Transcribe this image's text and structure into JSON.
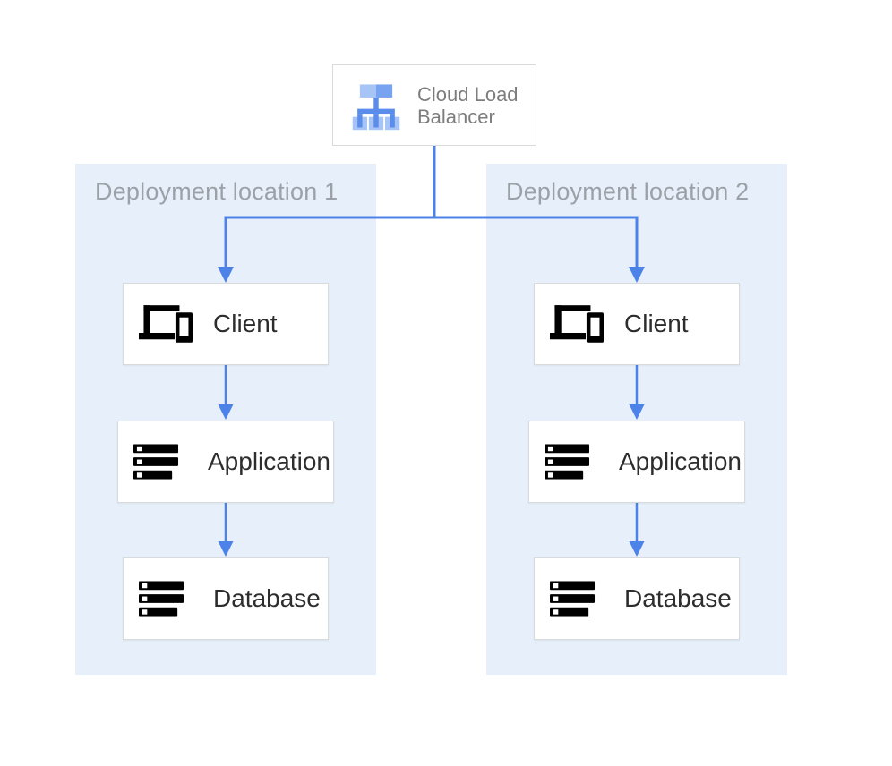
{
  "colors": {
    "arrow_blue": "#4d83e8",
    "zone_bg": "#e7f0fa",
    "zone_label": "#9ba1a7",
    "box_border": "#d9dadc",
    "box_label": "#2d2d2d",
    "lb_label": "#7d7d7d",
    "icon_gray": "#707070",
    "lb_icon_light": "#a6c5f6",
    "lb_icon_mid": "#78a3f0",
    "lb_icon_line": "#5a8deb"
  },
  "load_balancer": {
    "label": "Cloud Load Balancer",
    "icon": "load-balancer-icon"
  },
  "zones": [
    {
      "label": "Deployment location 1",
      "nodes": [
        {
          "label": "Client",
          "icon": "devices-icon"
        },
        {
          "label": "Application",
          "icon": "servers-icon"
        },
        {
          "label": "Database",
          "icon": "servers-icon"
        }
      ]
    },
    {
      "label": "Deployment location 2",
      "nodes": [
        {
          "label": "Client",
          "icon": "devices-icon"
        },
        {
          "label": "Application",
          "icon": "servers-icon"
        },
        {
          "label": "Database",
          "icon": "servers-icon"
        }
      ]
    }
  ]
}
